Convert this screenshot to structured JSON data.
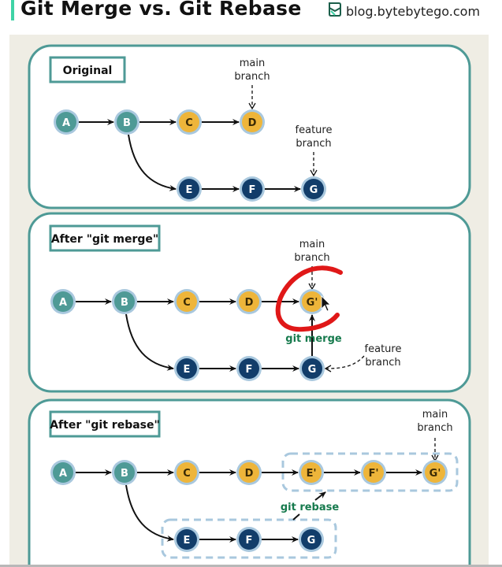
{
  "header": {
    "title": "Git Merge vs. Git Rebase",
    "brand": "blog.bytebytego.com",
    "brand_icon": "bytebytego-logo-icon"
  },
  "colors": {
    "accent": "#3fd3a6",
    "panel_bg": "#efede4",
    "section_border": "#4e9a96",
    "node_base": "#4e9a96",
    "node_main": "#eeb53a",
    "node_feature": "#123d6a",
    "node_ring": "#a9c8de",
    "annotation_green": "#167a4d",
    "highlight_red": "#e01818",
    "dashed_group": "#a9c8de"
  },
  "sections": [
    {
      "title": "Original",
      "nodes": [
        "A",
        "B",
        "C",
        "D",
        "E",
        "F",
        "G"
      ],
      "labels": {
        "main": [
          "main",
          "branch"
        ],
        "feature": [
          "feature",
          "branch"
        ]
      }
    },
    {
      "title": "After \"git merge\"",
      "nodes": [
        "A",
        "B",
        "C",
        "D",
        "G'",
        "E",
        "F",
        "G"
      ],
      "labels": {
        "main": [
          "main",
          "branch"
        ],
        "feature": [
          "feature",
          "branch"
        ]
      },
      "annotation": "git merge"
    },
    {
      "title": "After \"git rebase\"",
      "nodes": [
        "A",
        "B",
        "C",
        "D",
        "E'",
        "F'",
        "G'",
        "E",
        "F",
        "G"
      ],
      "labels": {
        "main": [
          "main",
          "branch"
        ]
      },
      "annotation": "git rebase"
    }
  ]
}
